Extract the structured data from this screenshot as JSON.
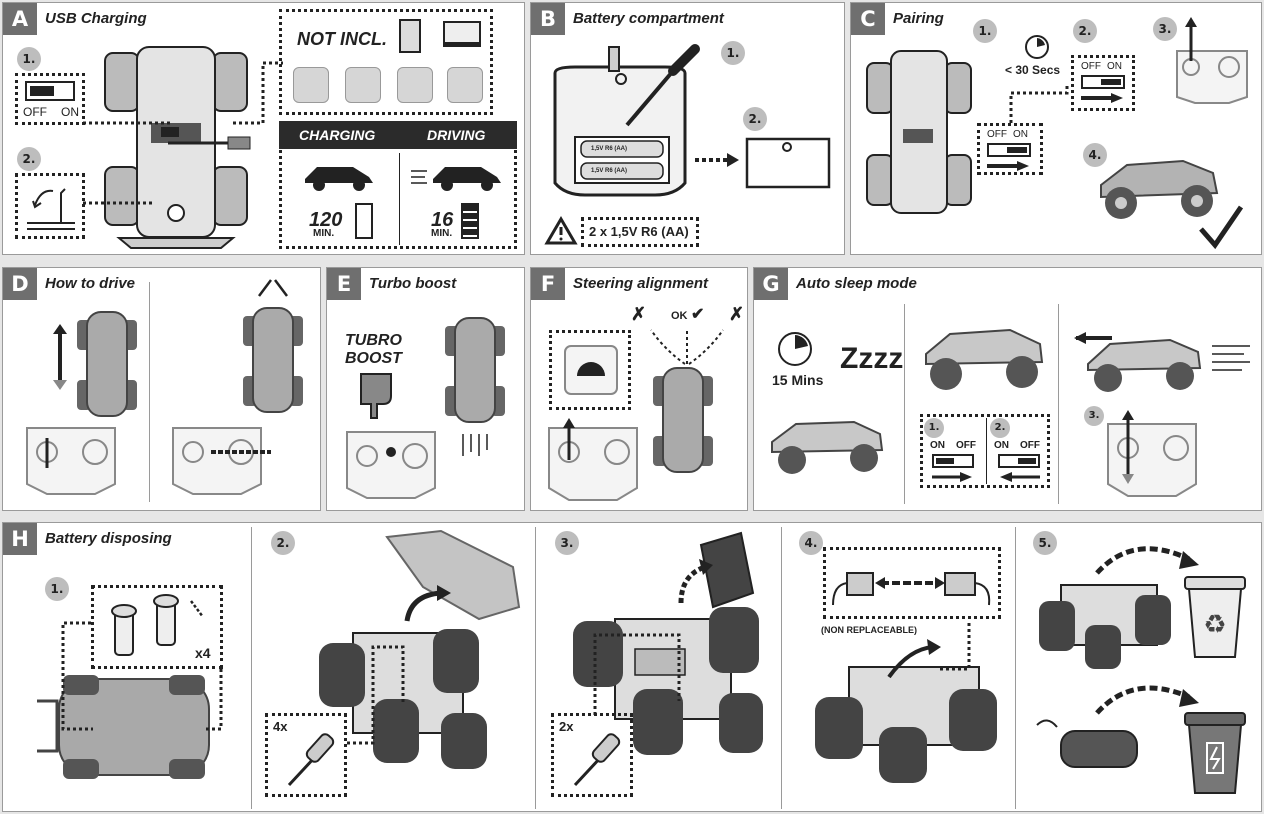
{
  "colors": {
    "ink": "#222222",
    "panel_bg": "#ffffff",
    "page_bg": "#e6e6e6",
    "letter_bg": "#6f6f6f",
    "step_circle": "#bdbdbd",
    "car_body": "#a9a9a9",
    "bar_bg": "#2b2b2b"
  },
  "panels": {
    "A": {
      "letter": "A",
      "title": "USB Charging",
      "step1": "1.",
      "step2": "2.",
      "off": "OFF",
      "on": "ON",
      "not_incl": "NOT INCL.",
      "charging": "CHARGING",
      "driving": "DRIVING",
      "charge_time": "120",
      "drive_time": "16",
      "unit": "MIN.",
      "accessory_icons": [
        "computer-tower-icon",
        "laptop-icon",
        "car-charger-icon",
        "game-console-icon",
        "usb-plug-icon",
        "wall-socket-icon"
      ]
    },
    "B": {
      "letter": "B",
      "title": "Battery compartment",
      "step1": "1.",
      "step2": "2.",
      "battery_label": "1,5V R6 (AA)",
      "battery_spec": "2 x 1,5V R6 (AA)"
    },
    "C": {
      "letter": "C",
      "title": "Pairing",
      "step1": "1.",
      "step2": "2.",
      "step3": "3.",
      "step4": "4.",
      "timer": "< 30 Secs",
      "off": "OFF",
      "on": "ON"
    },
    "D": {
      "letter": "D",
      "title": "How to drive"
    },
    "E": {
      "letter": "E",
      "title": "Turbo boost",
      "turbo_line1": "TUBRO",
      "turbo_line2": "BOOST"
    },
    "F": {
      "letter": "F",
      "title": "Steering alignment",
      "ok": "OK",
      "wrong": "✗"
    },
    "G": {
      "letter": "G",
      "title": "Auto sleep mode",
      "minutes": "15 Mins",
      "sleep": "Zzzz",
      "step1": "1.",
      "step2": "2.",
      "step3": "3.",
      "on": "ON",
      "off": "OFF"
    },
    "H": {
      "letter": "H",
      "title": "Battery disposing",
      "step1": "1.",
      "step2": "2.",
      "step3": "3.",
      "step4": "4.",
      "step5": "5.",
      "screws_x4": "x4",
      "screwdriver_4x": "4x",
      "screwdriver_2x": "2x",
      "non_replaceable": "(NON REPLACEABLE)",
      "recycle_icon": "recycle-icon",
      "battery_bin_icon": "battery-bin-icon"
    }
  }
}
